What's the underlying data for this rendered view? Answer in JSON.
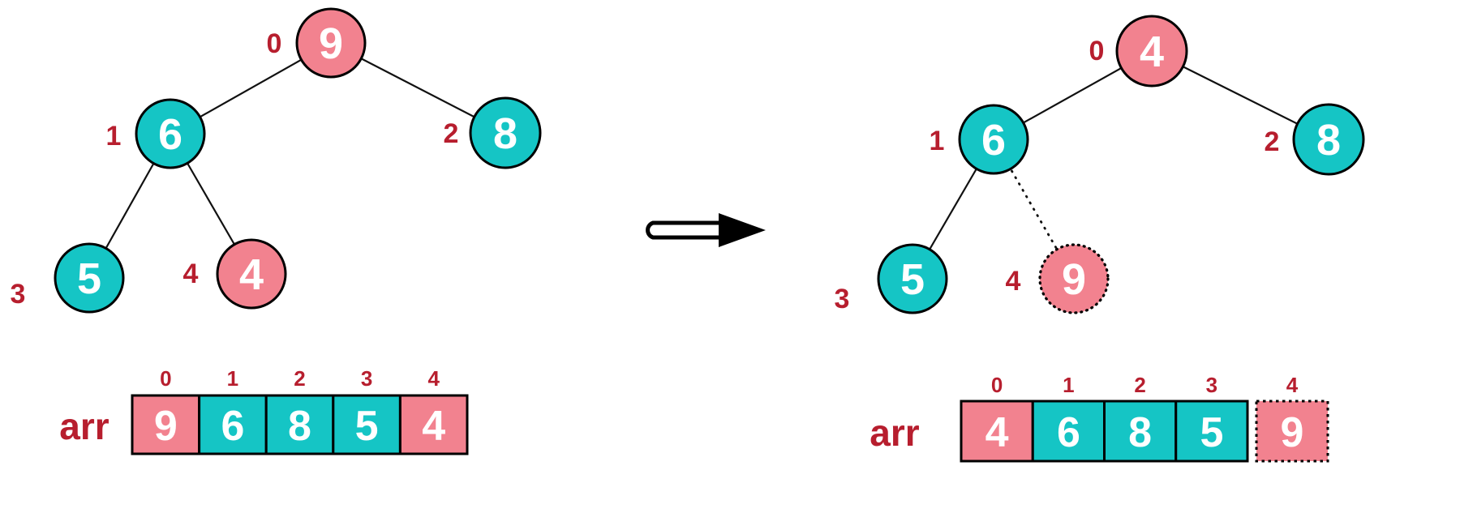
{
  "colors": {
    "pink": "#f2828f",
    "teal": "#15c5c5",
    "index_red": "#b71e2e",
    "node_text": "#ffffff",
    "edge_black": "#111111"
  },
  "arrow": {
    "icon": "arrow-right-icon",
    "direction": "right"
  },
  "left": {
    "tree": {
      "nodes": [
        {
          "index": "0",
          "value": "9",
          "color": "pink",
          "border": "solid"
        },
        {
          "index": "1",
          "value": "6",
          "color": "teal",
          "border": "solid"
        },
        {
          "index": "2",
          "value": "8",
          "color": "teal",
          "border": "solid"
        },
        {
          "index": "3",
          "value": "5",
          "color": "teal",
          "border": "solid"
        },
        {
          "index": "4",
          "value": "4",
          "color": "pink",
          "border": "solid"
        }
      ],
      "edges": [
        "0-1",
        "0-2",
        "1-3",
        "1-4"
      ],
      "edge_styles": [
        "solid",
        "solid",
        "solid",
        "solid"
      ]
    },
    "array": {
      "label": "arr",
      "indices": [
        "0",
        "1",
        "2",
        "3",
        "4"
      ],
      "values": [
        "9",
        "6",
        "8",
        "5",
        "4"
      ],
      "cell_colors": [
        "pink",
        "teal",
        "teal",
        "teal",
        "pink"
      ],
      "cell_borders": [
        "solid",
        "solid",
        "solid",
        "solid",
        "solid"
      ]
    }
  },
  "right": {
    "tree": {
      "nodes": [
        {
          "index": "0",
          "value": "4",
          "color": "pink",
          "border": "solid"
        },
        {
          "index": "1",
          "value": "6",
          "color": "teal",
          "border": "solid"
        },
        {
          "index": "2",
          "value": "8",
          "color": "teal",
          "border": "solid"
        },
        {
          "index": "3",
          "value": "5",
          "color": "teal",
          "border": "solid"
        },
        {
          "index": "4",
          "value": "9",
          "color": "pink",
          "border": "dotted"
        }
      ],
      "edges": [
        "0-1",
        "0-2",
        "1-3",
        "1-4"
      ],
      "edge_styles": [
        "solid",
        "solid",
        "solid",
        "dotted"
      ]
    },
    "array": {
      "label": "arr",
      "indices": [
        "0",
        "1",
        "2",
        "3",
        "4"
      ],
      "values": [
        "4",
        "6",
        "8",
        "5",
        "9"
      ],
      "cell_colors": [
        "pink",
        "teal",
        "teal",
        "teal",
        "pink"
      ],
      "cell_borders": [
        "solid",
        "solid",
        "solid",
        "solid",
        "dotted"
      ]
    }
  }
}
